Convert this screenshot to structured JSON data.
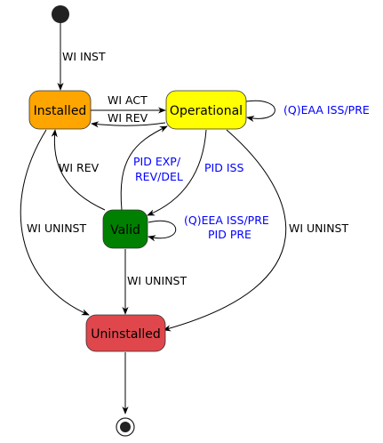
{
  "states": {
    "installed": {
      "label": "Installed",
      "color": "#ffa500"
    },
    "operational": {
      "label": "Operational",
      "color": "#ffff00"
    },
    "valid": {
      "label": "Valid",
      "color": "#008000"
    },
    "uninstalled": {
      "label": "Uninstalled",
      "color": "#e0474c"
    }
  },
  "transitions": {
    "start_to_installed": "WI INST",
    "installed_to_operational": "WI ACT",
    "operational_to_installed": "WI REV",
    "operational_self": "(Q)EAA ISS/PRE",
    "valid_to_installed": "WI REV",
    "valid_to_operational_line1": "PID EXP/",
    "valid_to_operational_line2": "REV/DEL",
    "operational_to_valid": "PID ISS",
    "valid_self_line1": "(Q)EEA ISS/PRE",
    "valid_self_line2": "PID PRE",
    "installed_to_uninstalled": "WI UNINST",
    "valid_to_uninstalled": "WI UNINST",
    "operational_to_uninstalled": "WI UNINST"
  },
  "colors": {
    "label_blue": "#0000ff",
    "label_black": "#000000",
    "start": "#222222"
  }
}
